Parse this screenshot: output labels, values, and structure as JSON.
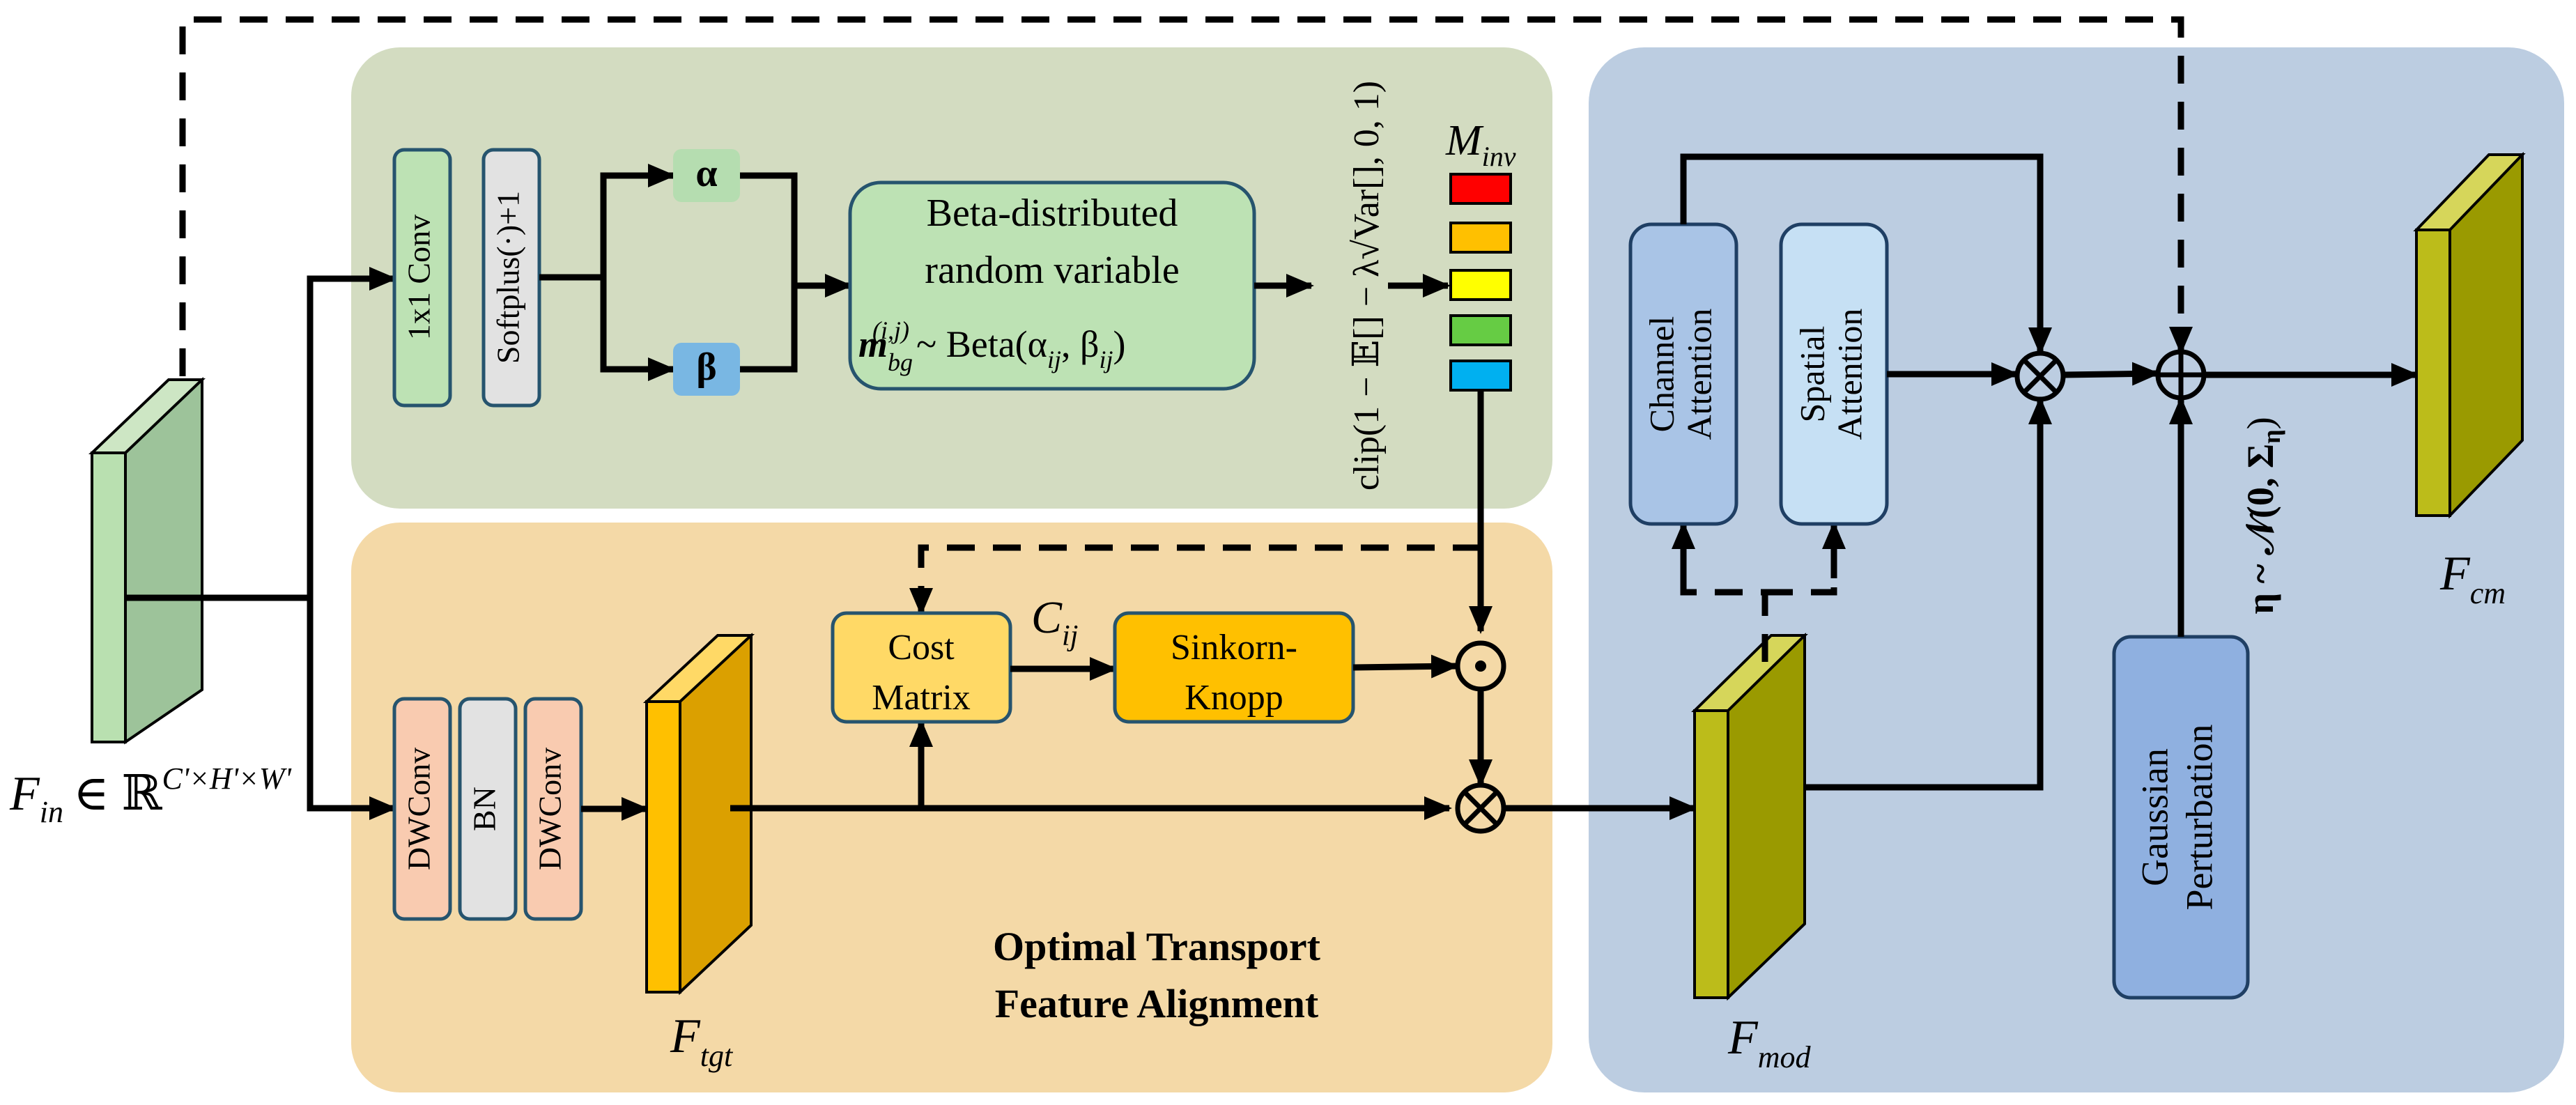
{
  "input": {
    "label": "F",
    "sub": "in",
    "space": "∈ ℝ",
    "dims": "C'×H'×W'"
  },
  "beta_branch": {
    "conv": "1x1 Conv",
    "softplus": "Softplus(·)+1",
    "alpha": "α",
    "beta": "β",
    "beta_box_line1": "Beta-distributed",
    "beta_box_line2": "random variable",
    "beta_formula_m": "m",
    "beta_formula_sub": "bg",
    "beta_formula_sup": "(i,j)",
    "beta_formula_rest": "~ Beta(α",
    "beta_formula_ij1": "ij",
    "beta_formula_comma": ", β",
    "beta_formula_ij2": "ij",
    "beta_formula_close": ")",
    "clip_text": "clip(1 − 𝔼[] − λ√Var[], 0, 1)",
    "minv_label": "M",
    "minv_sub": "inv"
  },
  "ot_block": {
    "dwconv1": "DWConv",
    "bn": "BN",
    "dwconv2": "DWConv",
    "ftgt_label": "F",
    "ftgt_sub": "tgt",
    "cost_line1": "Cost",
    "cost_line2": "Matrix",
    "cij_label": "C",
    "cij_sub": "ij",
    "sink_line1": "Sinkorn-",
    "sink_line2": "Knopp",
    "title_line1": "Optimal Transport",
    "title_line2": "Feature Alignment",
    "odot": "⊙",
    "otimes": "⊗"
  },
  "attention_block": {
    "channel_line1": "Channel",
    "channel_line2": "Attention",
    "spatial_line1": "Spatial",
    "spatial_line2": "Attention",
    "fmod_label": "F",
    "fmod_sub": "mod",
    "gauss_line1": "Gaussian",
    "gauss_line2": "Perturbation",
    "eta_label": "η ~ 𝒩(0, Σ",
    "eta_sub": "η",
    "eta_close": ")",
    "otimes": "⊗",
    "oplus": "⊕",
    "fcm_label": "F",
    "fcm_sub": "cm"
  },
  "colors": {
    "green_panel": "#d3dcc1",
    "orange_panel": "#f4d9a7",
    "blue_panel": "#bccde1",
    "green_box": "#bde2b4",
    "gray_box": "#e2e2e2",
    "salmon_box": "#f9cbb0",
    "yellow_box": "#ffd966",
    "gold_box": "#ffc000",
    "channel_att": "#a9c4e6",
    "spatial_att": "#c6e0f4",
    "gauss_box": "#8fb0e0",
    "alpha_bg": "#b5ddb0",
    "beta_bg": "#79b7e3",
    "minv_colors": [
      "#ff0000",
      "#ffc000",
      "#ffff00",
      "#66cc44",
      "#00b0f0"
    ]
  }
}
